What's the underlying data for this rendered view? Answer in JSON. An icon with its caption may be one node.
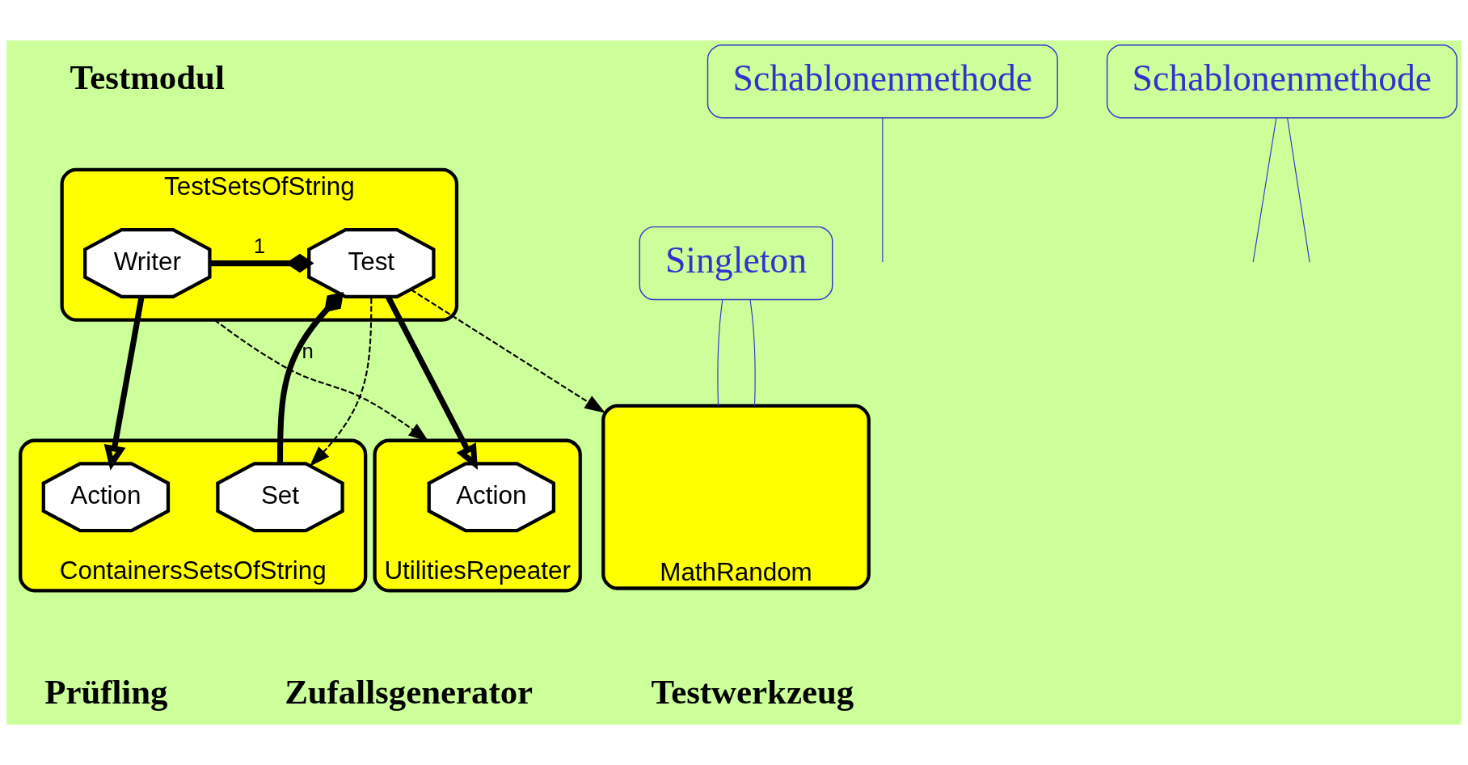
{
  "diagram": {
    "nodes": [
      {
        "text": [
          "TestSetsOfString"
        ],
        "beside": [
          "Testmodul"
        ]
      },
      {
        "text": [
          "Writer"
        ],
        "in": 0
      },
      {
        "text": [
          "Test"
        ],
        "in": 0
      },
      {
        "text": [
          "ContainersSetsOfString"
        ],
        "beside": [
          "Prüfling"
        ]
      },
      {
        "text": [
          "Action"
        ],
        "in": 3
      },
      {
        "text": [
          "Set"
        ],
        "in": 3
      },
      {
        "text": [
          "MathRandom"
        ],
        "beside": [
          "Zufallsgenerator"
        ]
      },
      {
        "text": [
          "UtilitiesRepeater"
        ],
        "beside": [
          "Testwerkzeug"
        ]
      },
      {
        "text": [
          "Action"
        ],
        "in": 7
      },
      {
        "text": [
          "Schablonenmethode"
        ]
      },
      {
        "text": [
          "Schablonenmethode"
        ]
      },
      {
        "text": [
          "Singleton"
        ]
      }
    ],
    "edges": [
      {
        "from": 1,
        "to": 2,
        "arrow": "other",
        "label": "1",
        "style": "thick"
      },
      {
        "from": 1,
        "to": 4,
        "arrow": "to",
        "style": "thick"
      },
      {
        "from": 5,
        "to": 2,
        "arrow": "other",
        "label": "n",
        "style": "thick"
      },
      {
        "from": 2,
        "to": 5,
        "arrow": "to",
        "style": "dashed"
      },
      {
        "from": 2,
        "to": 6,
        "arrow": "to",
        "style": "dashed"
      },
      {
        "from": 2,
        "to": 8,
        "arrow": "to",
        "style": "thick"
      },
      {
        "from": 0,
        "to": 7,
        "arrow": "to",
        "style": "dashed"
      },
      {
        "from": 9,
        "to": null,
        "arrow": "none",
        "color": "#3333cc"
      },
      {
        "from": 10,
        "to": null,
        "arrow": "none",
        "color": "#3333cc"
      },
      {
        "from": 10,
        "to": null,
        "arrow": "none",
        "color": "#3333cc"
      },
      {
        "from": 11,
        "to": 6,
        "arrow": "none",
        "color": "#3333cc"
      },
      {
        "from": 11,
        "to": 6,
        "arrow": "none",
        "color": "#3333cc"
      }
    ]
  }
}
